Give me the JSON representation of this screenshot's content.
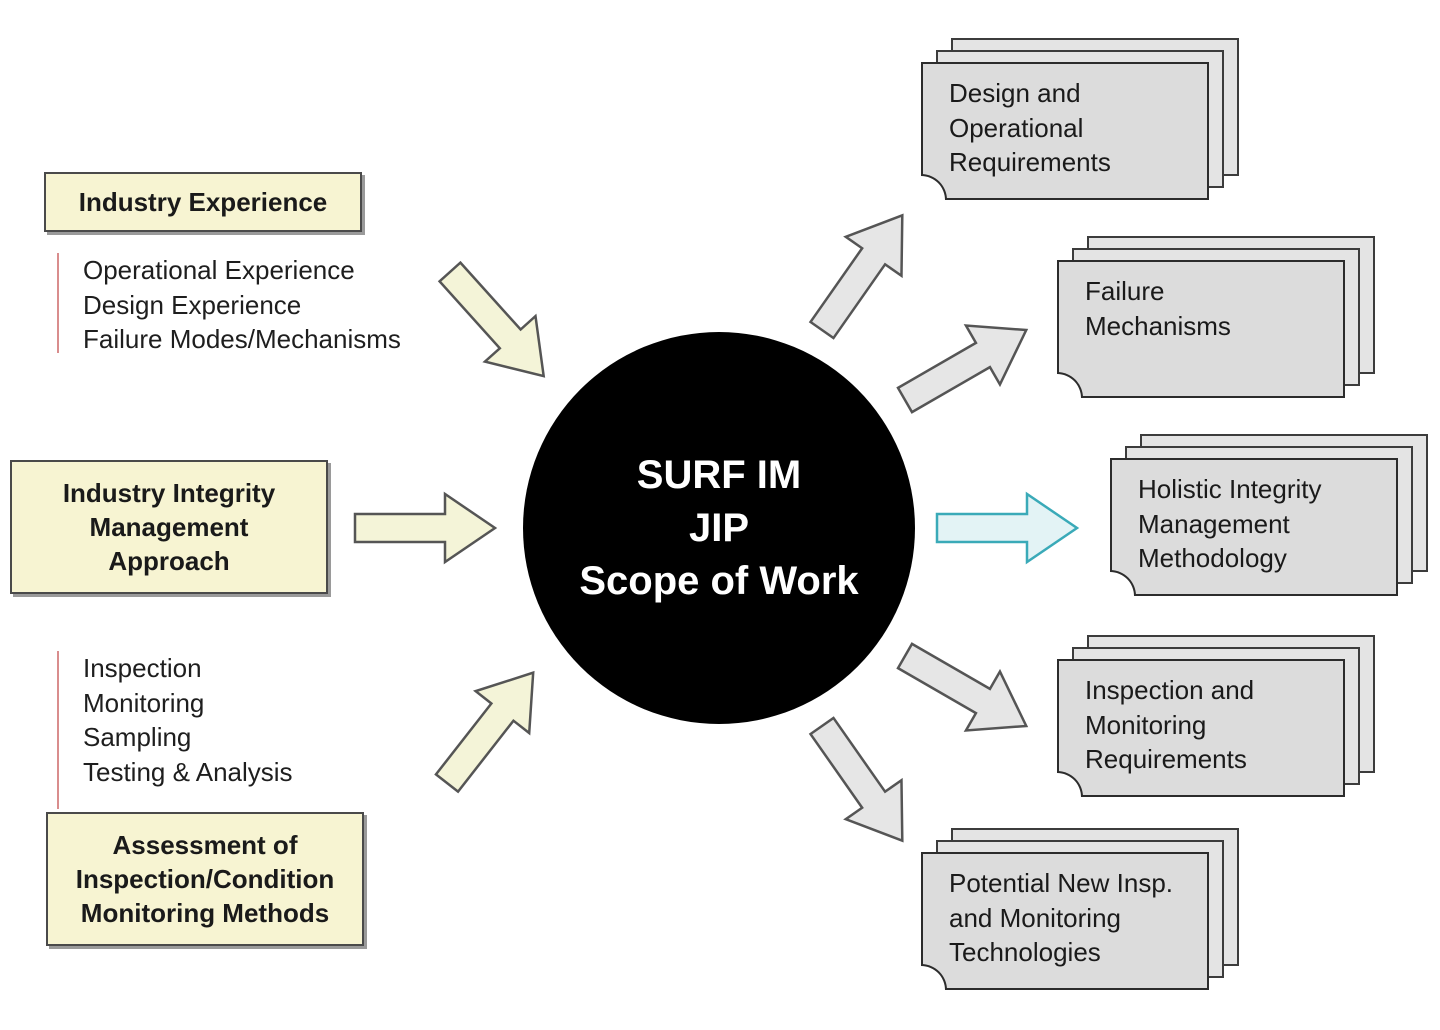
{
  "center": {
    "lines": [
      "SURF IM",
      "JIP",
      "Scope of Work"
    ]
  },
  "inputs": [
    {
      "title_lines": [
        "Industry Experience"
      ],
      "items": [
        "Operational Experience",
        "Design Experience",
        "Failure Modes/Mechanisms"
      ]
    },
    {
      "title_lines": [
        "Industry Integrity",
        "Management",
        "Approach"
      ],
      "items": []
    },
    {
      "title_lines": [
        "Assessment of",
        "Inspection/Condition",
        "Monitoring Methods"
      ],
      "items": [
        "Inspection",
        "Monitoring",
        "Sampling",
        "Testing & Analysis"
      ]
    }
  ],
  "outputs": [
    {
      "lines": [
        "Design and",
        "Operational",
        "Requirements"
      ]
    },
    {
      "lines": [
        "Failure",
        "Mechanisms"
      ]
    },
    {
      "lines": [
        "Holistic Integrity",
        "Management",
        "Methodology"
      ]
    },
    {
      "lines": [
        "Inspection and",
        "Monitoring",
        "Requirements"
      ]
    },
    {
      "lines": [
        "Potential New Insp.",
        "and Monitoring",
        "Technologies"
      ]
    }
  ],
  "colors": {
    "input_fill": "#f7f4d2",
    "output_fill": "#dcdcdc",
    "arrow_in_fill": "#f4f4d8",
    "arrow_out_fill": "#e6e6e6",
    "arrow_highlight_fill": "#e3f3f5",
    "arrow_highlight_stroke": "#3aaab8",
    "circle_fill": "#000000",
    "list_rule": "#d98d8d"
  },
  "icons": {
    "input_arrow": "block-arrow-icon",
    "output_arrow": "block-arrow-icon",
    "output_document": "document-stack-icon"
  }
}
